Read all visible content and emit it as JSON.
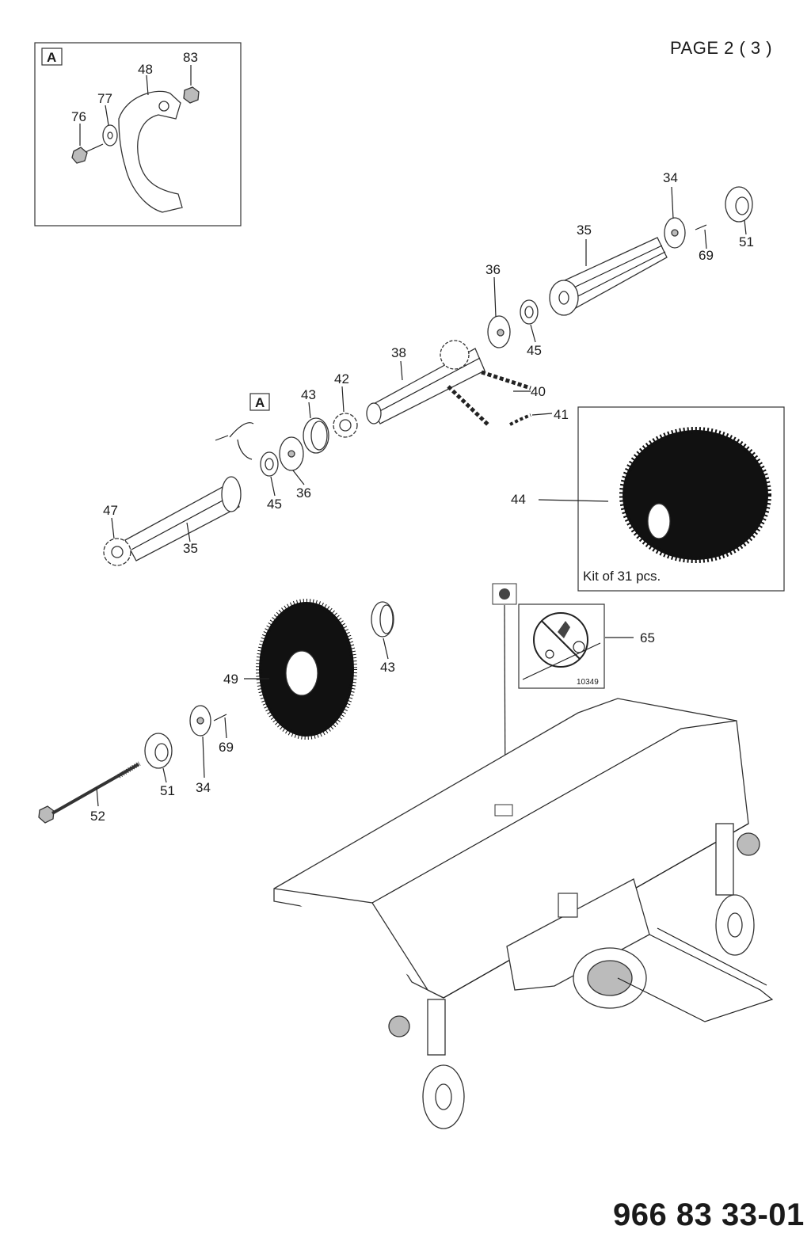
{
  "header": {
    "page_label": "PAGE 2 ( 3 )"
  },
  "footer": {
    "document_number": "966 83 33-01"
  },
  "detail_box": {
    "letter": "A"
  },
  "detail_marker": {
    "letter": "A"
  },
  "kit_box": {
    "label": "Kit of 31 pcs."
  },
  "decal": {
    "code": "10349"
  },
  "callouts": [
    {
      "id": "c48",
      "text": "48"
    },
    {
      "id": "c83",
      "text": "83"
    },
    {
      "id": "c77",
      "text": "77"
    },
    {
      "id": "c76",
      "text": "76"
    },
    {
      "id": "c34a",
      "text": "34"
    },
    {
      "id": "c35a",
      "text": "35"
    },
    {
      "id": "c69a",
      "text": "69"
    },
    {
      "id": "c51a",
      "text": "51"
    },
    {
      "id": "c36a",
      "text": "36"
    },
    {
      "id": "c45a",
      "text": "45"
    },
    {
      "id": "c38",
      "text": "38"
    },
    {
      "id": "c40",
      "text": "40"
    },
    {
      "id": "c41",
      "text": "41"
    },
    {
      "id": "c42",
      "text": "42"
    },
    {
      "id": "c43a",
      "text": "43"
    },
    {
      "id": "c44",
      "text": "44"
    },
    {
      "id": "c45b",
      "text": "45"
    },
    {
      "id": "c36b",
      "text": "36"
    },
    {
      "id": "c47",
      "text": "47"
    },
    {
      "id": "c35b",
      "text": "35"
    },
    {
      "id": "c43b",
      "text": "43"
    },
    {
      "id": "c65",
      "text": "65"
    },
    {
      "id": "c49",
      "text": "49"
    },
    {
      "id": "c69b",
      "text": "69"
    },
    {
      "id": "c51b",
      "text": "51"
    },
    {
      "id": "c34b",
      "text": "34"
    },
    {
      "id": "c52",
      "text": "52"
    }
  ]
}
